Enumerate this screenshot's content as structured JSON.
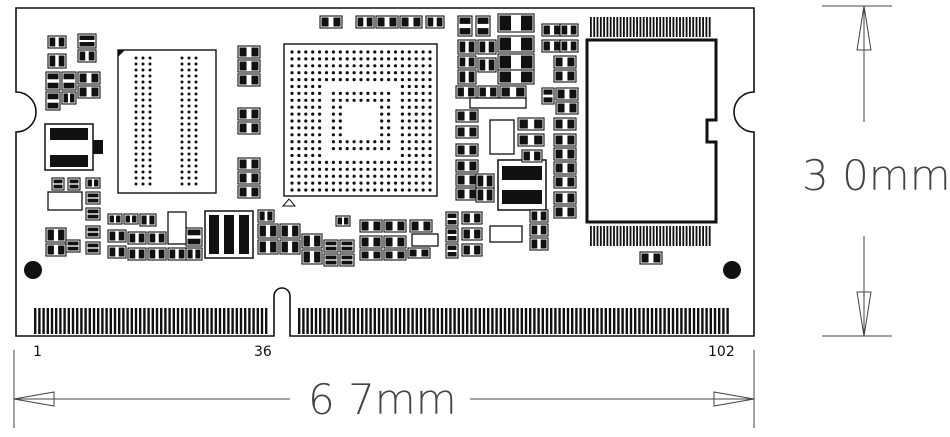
{
  "pins": {
    "first": "1",
    "notch": "36",
    "last": "102"
  },
  "dimensions": {
    "width": "6 7mm",
    "height": "3 0mm"
  },
  "colors": {
    "ink": "#111111",
    "paper": "#ffffff",
    "dim_line": "#444444"
  }
}
